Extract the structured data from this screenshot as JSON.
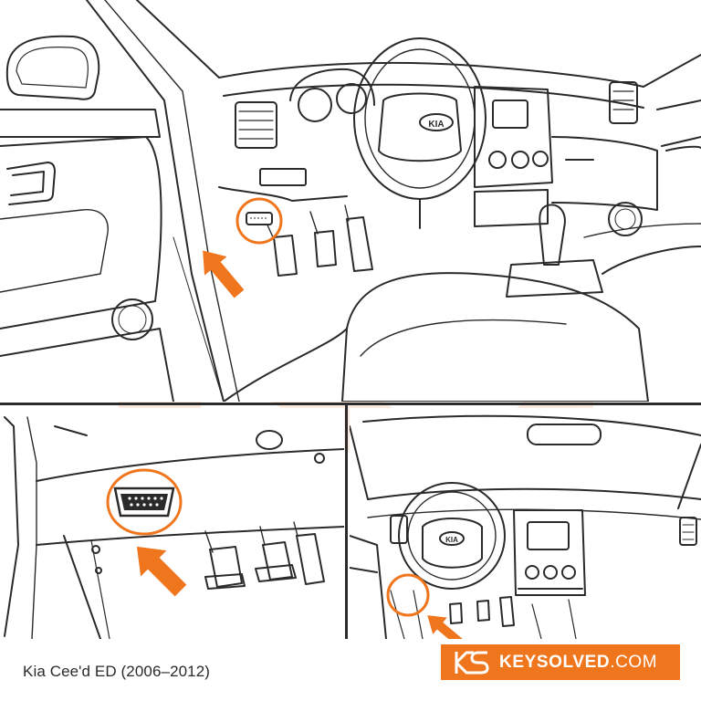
{
  "caption": "Kia Cee'd ED (2006–2012)",
  "brand": {
    "name": "KEYSOLVED",
    "tld": ".COM",
    "logo_letters": "KS"
  },
  "steering_badge": "KIA",
  "colors": {
    "accent": "#f0761e",
    "line": "#2a2a2a",
    "watermark": "#fde3d3",
    "background": "#ffffff"
  },
  "icons": [
    "obd-port-icon",
    "arrow-icon",
    "ks-logo-icon"
  ]
}
